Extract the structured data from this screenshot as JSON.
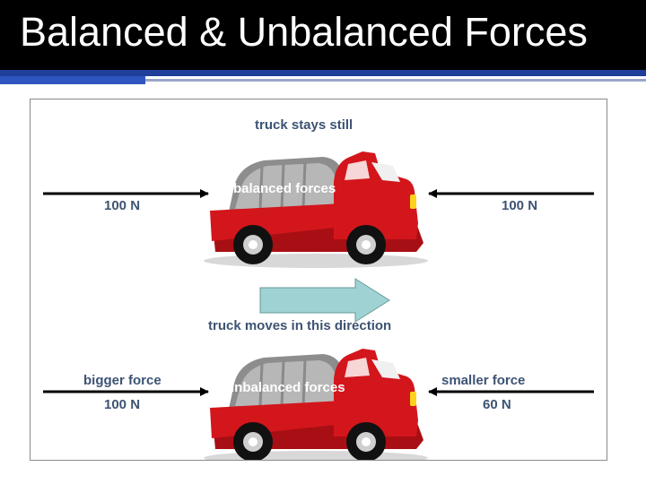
{
  "slide": {
    "title": "Balanced & Unbalanced Forces"
  },
  "diagram": {
    "top": {
      "caption": "truck stays still",
      "truck_label": "balanced forces",
      "left_force": "100 N",
      "right_force": "100 N"
    },
    "bottom": {
      "direction_caption": "truck moves in this direction",
      "truck_label": "unbalanced forces",
      "left_caption": "bigger force",
      "left_force": "100 N",
      "right_caption": "smaller force",
      "right_force": "60 N"
    },
    "colors": {
      "truck_red": "#d3161c",
      "text_blue": "#3d5373",
      "direction_arrow": "#9fd3d3"
    }
  }
}
